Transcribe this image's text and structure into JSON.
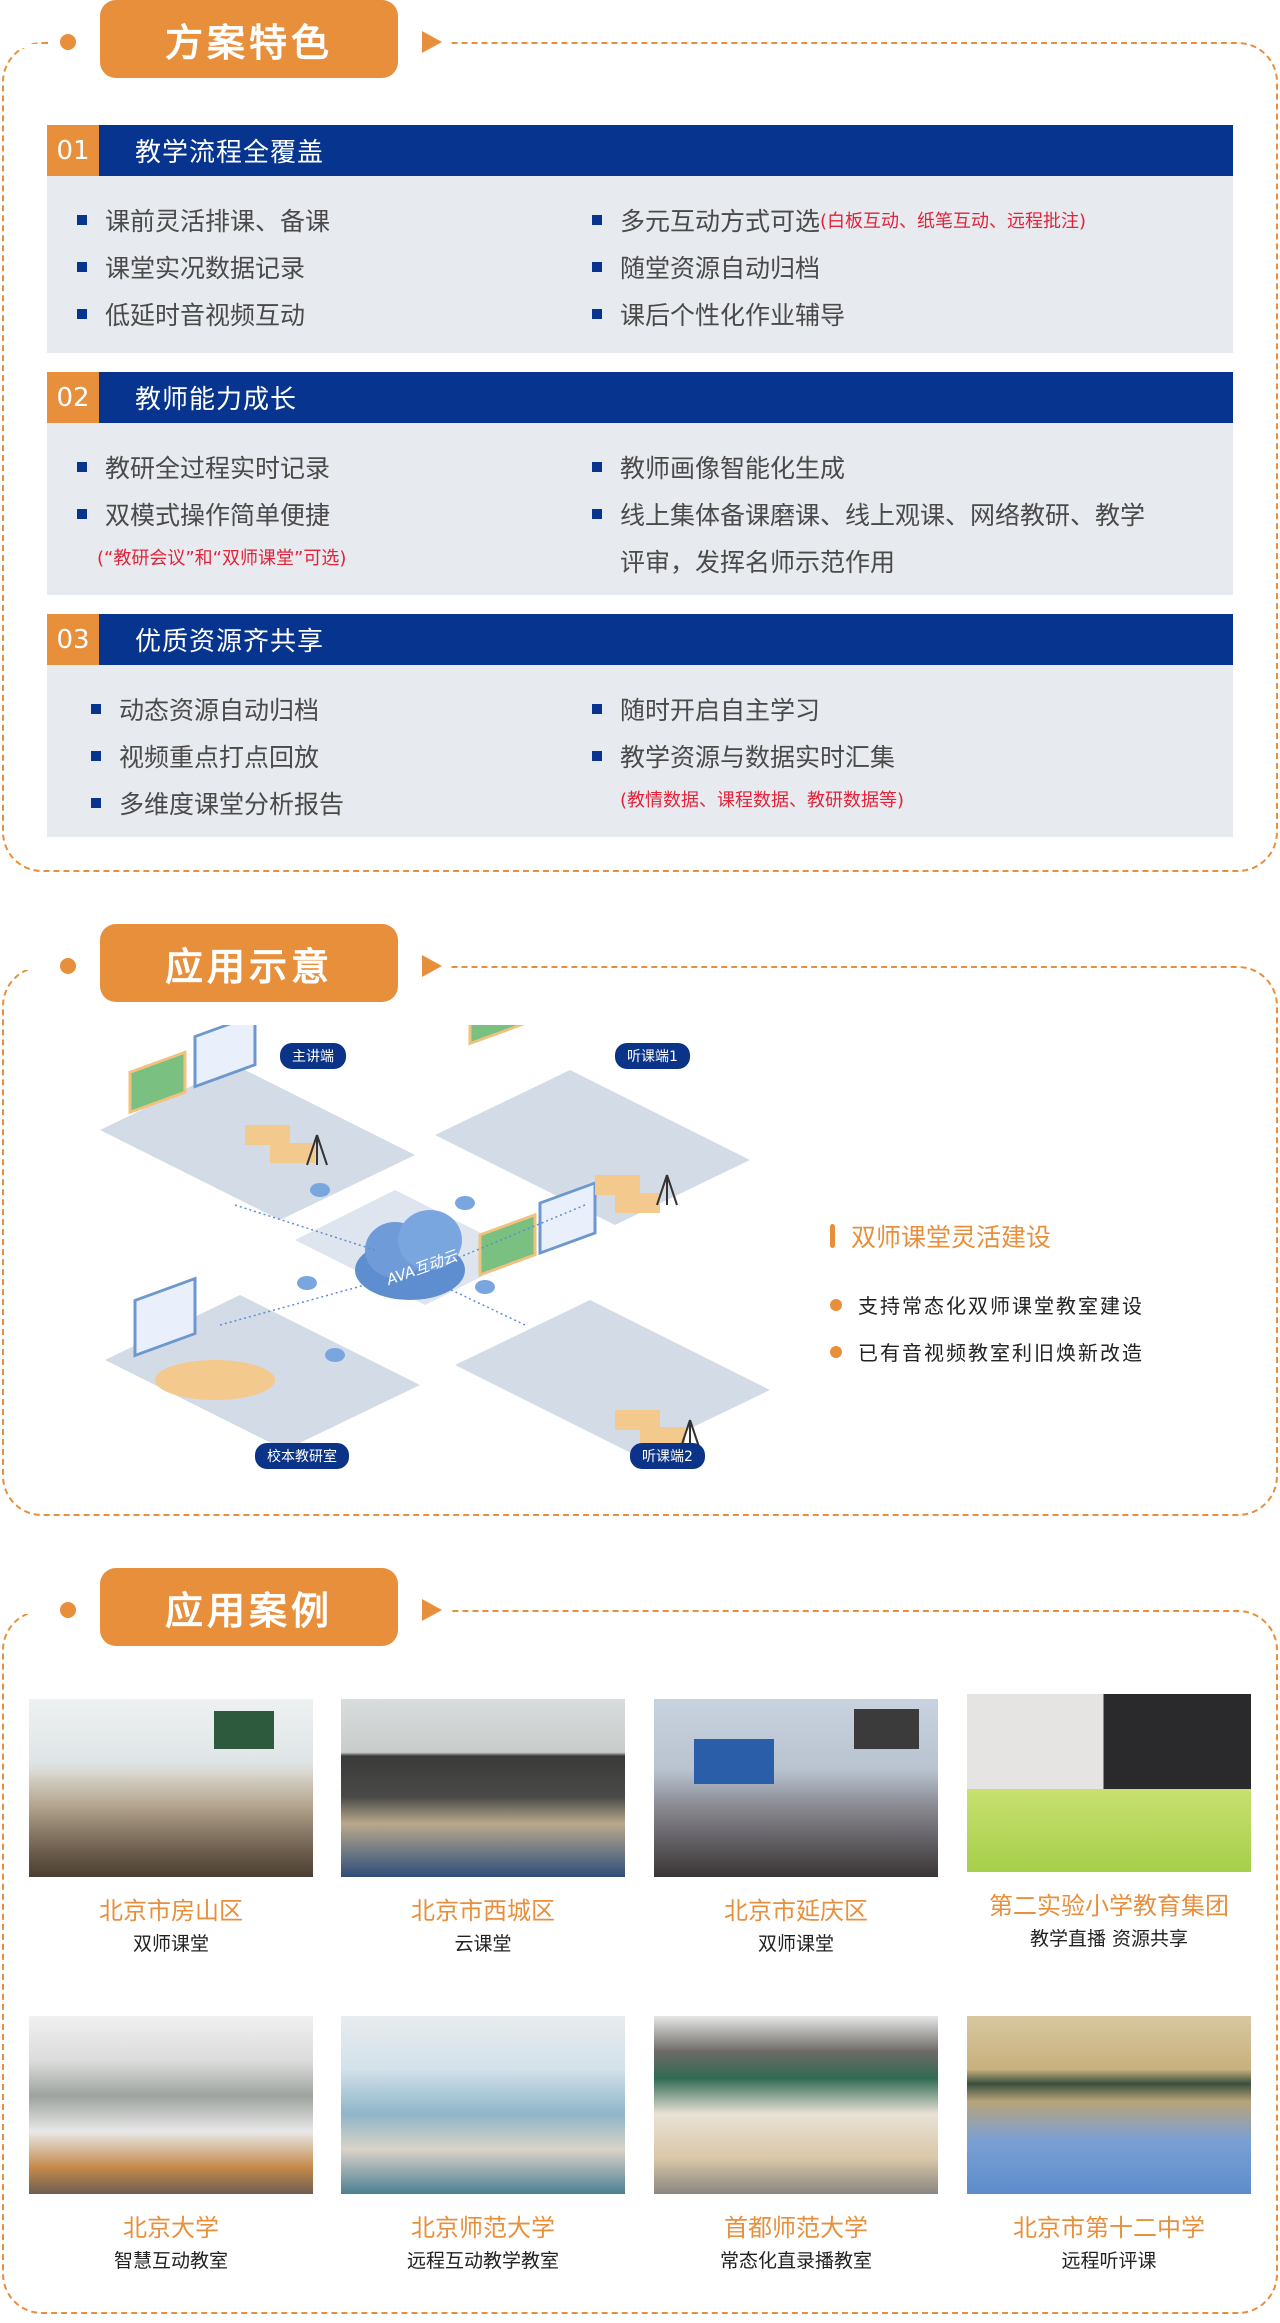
{
  "sections": {
    "features": {
      "title": "方案特色",
      "blocks": [
        {
          "num": "01",
          "title": "教学流程全覆盖",
          "left": [
            "课前灵活排课、备课",
            "课堂实况数据记录",
            "低延时音视频互动"
          ],
          "right": [
            {
              "text": "多元互动方式可选",
              "note": "(白板互动、纸笔互动、远程批注)"
            },
            {
              "text": "随堂资源自动归档"
            },
            {
              "text": "课后个性化作业辅导"
            }
          ]
        },
        {
          "num": "02",
          "title": "教师能力成长",
          "left": [
            "教研全过程实时记录",
            "双模式操作简单便捷"
          ],
          "left_note": "(“教研会议”和“双师课堂”可选)",
          "right": [
            "教师画像智能化生成",
            "线上集体备课磨课、线上观课、网络教研、教学"
          ],
          "right_cont": "评审，发挥名师示范作用"
        },
        {
          "num": "03",
          "title": "优质资源齐共享",
          "left": [
            "动态资源自动归档",
            "视频重点打点回放",
            "多维度课堂分析报告"
          ],
          "right": [
            "随时开启自主学习",
            "教学资源与数据实时汇集"
          ],
          "right_note": "(教情数据、课程数据、教研数据等)"
        }
      ]
    },
    "application": {
      "title": "应用示意",
      "diagram": {
        "labels": {
          "main": "主讲端",
          "listen1": "听课端1",
          "research": "校本教研室",
          "listen2": "听课端2",
          "cloud": "AVA互动云"
        }
      },
      "info": {
        "heading": "双师课堂灵活建设",
        "points": [
          "支持常态化双师课堂教室建设",
          "已有音视频教室利旧焕新改造"
        ]
      }
    },
    "cases": {
      "title": "应用案例",
      "items": [
        {
          "name": "北京市房山区",
          "desc": "双师课堂"
        },
        {
          "name": "北京市西城区",
          "desc": "云课堂"
        },
        {
          "name": "北京市延庆区",
          "desc": "双师课堂"
        },
        {
          "name": "第二实验小学教育集团",
          "desc": "教学直播 资源共享"
        },
        {
          "name": "北京大学",
          "desc": "智慧互动教室"
        },
        {
          "name": "北京师范大学",
          "desc": "远程互动教学教室"
        },
        {
          "name": "首都师范大学",
          "desc": "常态化直录播教室"
        },
        {
          "name": "北京市第十二中学",
          "desc": "远程听评课"
        }
      ]
    }
  },
  "colors": {
    "accent_orange": "#e88f3c",
    "navy": "#06348f",
    "panel_gray": "#e7eaef",
    "note_red": "#e2233a"
  }
}
